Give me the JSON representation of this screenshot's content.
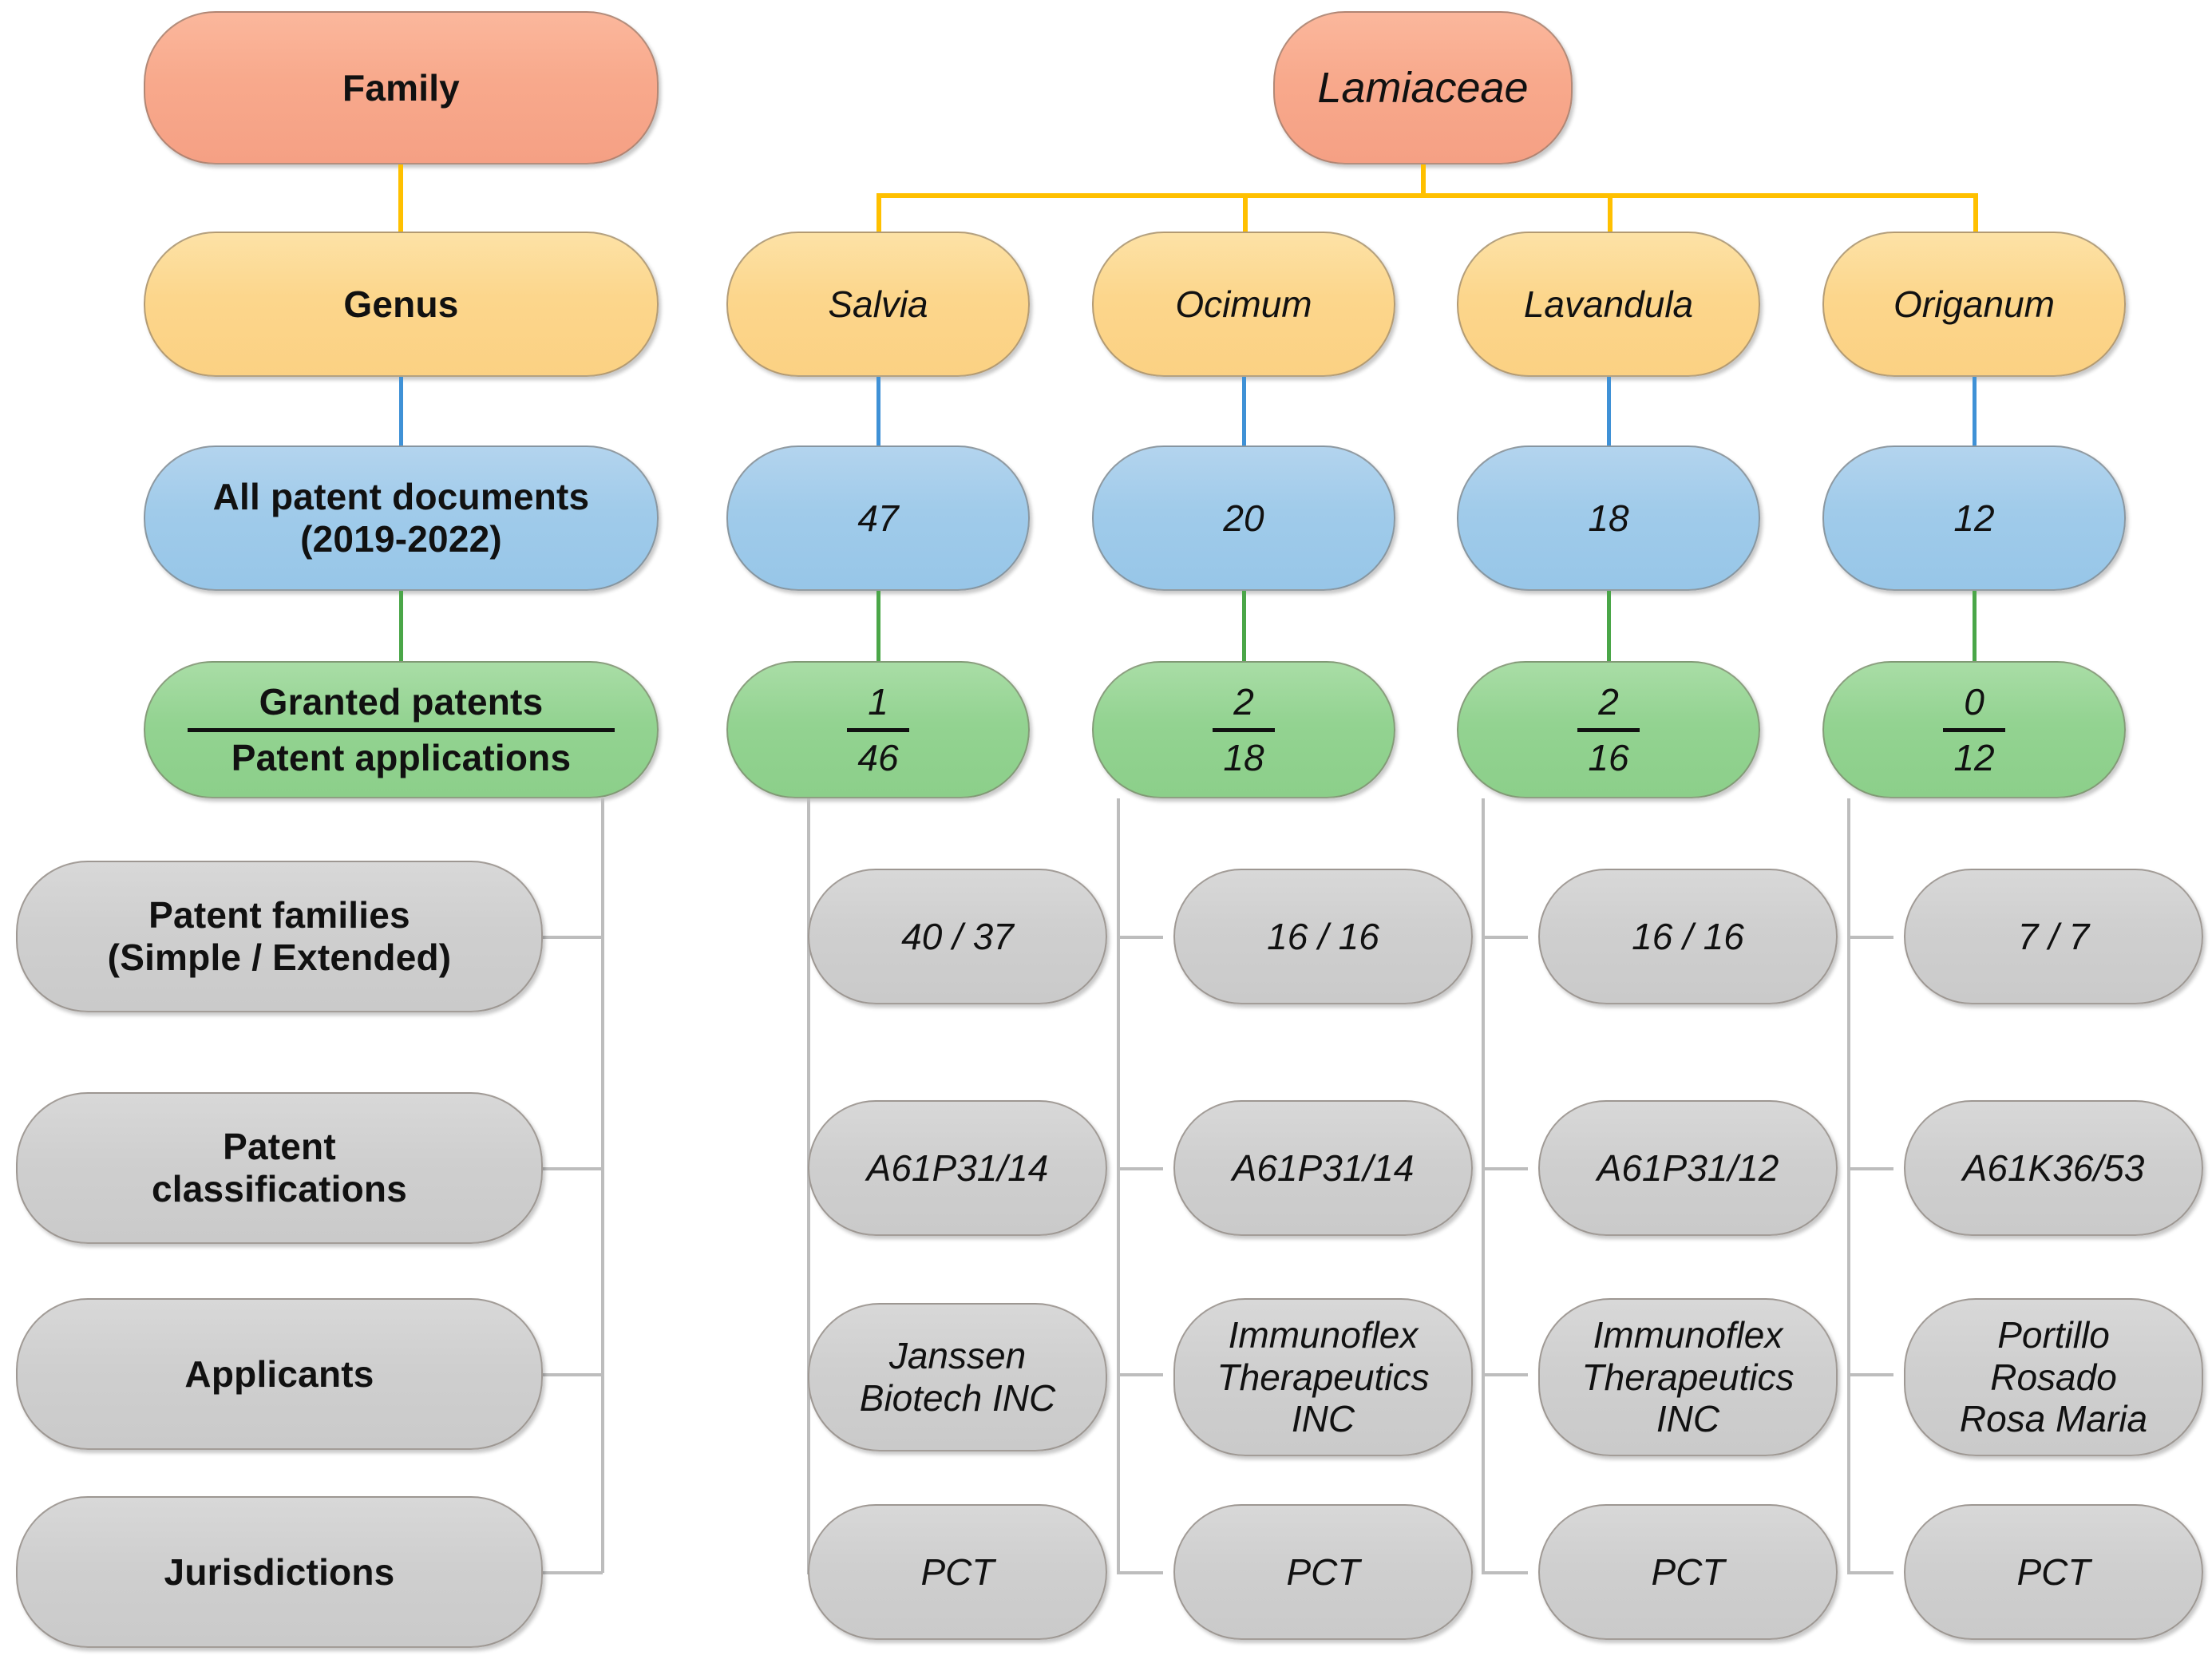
{
  "diagram": {
    "title": "Lamiaceae patent landscape hierarchy",
    "colors": {
      "family": "#f5a084",
      "genus": "#fbd183",
      "documents": "#97c6e8",
      "granted": "#8ccf8a",
      "detail": "#cacaca",
      "connector_family": "#ffc000",
      "connector_genus": "#3f91d6",
      "connector_documents": "#4aa648",
      "connector_detail": "#bdbdbd"
    }
  },
  "row_labels": {
    "family": "Family",
    "genus": "Genus",
    "documents_line1": "All patent documents",
    "documents_line2": "(2019-2022)",
    "granted_numerator": "Granted patents",
    "granted_denominator": "Patent applications",
    "patent_families_line1": "Patent families",
    "patent_families_line2": "(Simple / Extended)",
    "patent_classifications_line1": "Patent",
    "patent_classifications_line2": "classifications",
    "applicants": "Applicants",
    "jurisdictions": "Jurisdictions"
  },
  "family_node": {
    "label": "Lamiaceae"
  },
  "genera": [
    {
      "name": "Salvia",
      "all_documents": "47",
      "granted": "1",
      "applications": "46",
      "patent_families": "40 / 37",
      "classification": "A61P31/14",
      "applicant_line1": "Janssen",
      "applicant_line2": "Biotech INC",
      "applicant_line3": "",
      "jurisdiction": "PCT"
    },
    {
      "name": "Ocimum",
      "all_documents": "20",
      "granted": "2",
      "applications": "18",
      "patent_families": "16 / 16",
      "classification": "A61P31/14",
      "applicant_line1": "Immunoflex",
      "applicant_line2": "Therapeutics",
      "applicant_line3": "INC",
      "jurisdiction": "PCT"
    },
    {
      "name": "Lavandula",
      "all_documents": "18",
      "granted": "2",
      "applications": "16",
      "patent_families": "16 / 16",
      "classification": "A61P31/12",
      "applicant_line1": "Immunoflex",
      "applicant_line2": "Therapeutics",
      "applicant_line3": "INC",
      "jurisdiction": "PCT"
    },
    {
      "name": "Origanum",
      "all_documents": "12",
      "granted": "0",
      "applications": "12",
      "patent_families": "7 / 7",
      "classification": "A61K36/53",
      "applicant_line1": "Portillo",
      "applicant_line2": "Rosado",
      "applicant_line3": "Rosa Maria",
      "jurisdiction": "PCT"
    }
  ]
}
